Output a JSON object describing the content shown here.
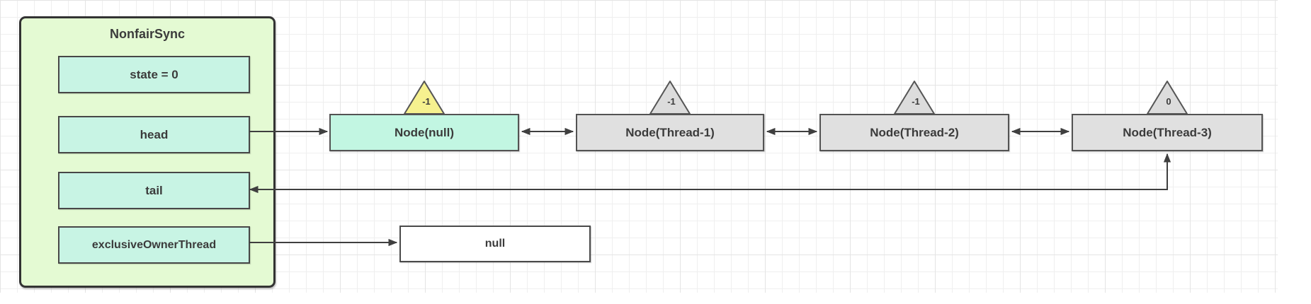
{
  "sync": {
    "title": "NonfairSync",
    "fields": [
      {
        "label": "state = 0"
      },
      {
        "label": "head"
      },
      {
        "label": "tail"
      },
      {
        "label": "exclusiveOwnerThread"
      }
    ]
  },
  "queue": {
    "nodes": [
      {
        "label": "Node(null)",
        "wait_status": "-1",
        "fill": "#c2f6e2",
        "triangle_color": "#f6f18f"
      },
      {
        "label": "Node(Thread-1)",
        "wait_status": "-1",
        "fill": "#e0e0e0",
        "triangle_color": "#dcdcdc"
      },
      {
        "label": "Node(Thread-2)",
        "wait_status": "-1",
        "fill": "#e0e0e0",
        "triangle_color": "#dcdcdc"
      },
      {
        "label": "Node(Thread-3)",
        "wait_status": "0",
        "fill": "#e0e0e0",
        "triangle_color": "#dcdcdc"
      }
    ]
  },
  "owner": {
    "value": "null"
  },
  "colors": {
    "container_fill": "#e4fad3",
    "container_border": "#333333",
    "field_fill": "#c8f4e4",
    "node_head_fill": "#c2f6e2",
    "node_wait_fill": "#e0e0e0",
    "triangle_yellow": "#f6f18f",
    "triangle_gray": "#dcdcdc",
    "arrow": "#3f3f3f",
    "grid_minor": "#efefef",
    "grid_major": "#e4e4e4",
    "text": "#3b3b3b"
  }
}
